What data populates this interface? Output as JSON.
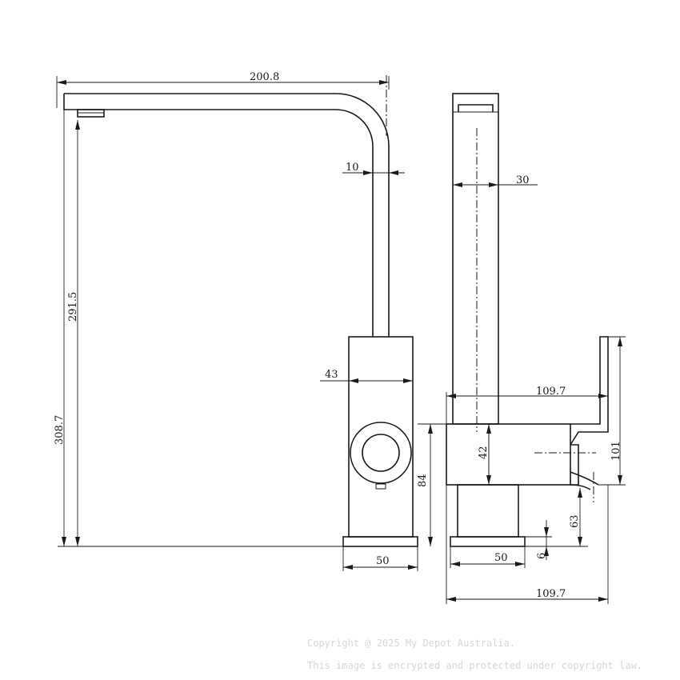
{
  "dimensions": {
    "spout_reach": "200.8",
    "spout_thickness": "10",
    "spout_height": "291.5",
    "overall_height": "308.7",
    "body_width_front": "43",
    "base_width_front": "50",
    "side_spout_width": "30",
    "side_depth": "109.7",
    "side_body_height": "42",
    "front_body_height": "84",
    "handle_height": "101",
    "outlet_height": "63",
    "base_plate": "6",
    "side_base_width": "50",
    "overall_depth": "109.7"
  },
  "watermark": {
    "line1": "Copyright @ 2025 My Depot Australia.",
    "line2": "This image is encrypted and protected under copyright law."
  }
}
